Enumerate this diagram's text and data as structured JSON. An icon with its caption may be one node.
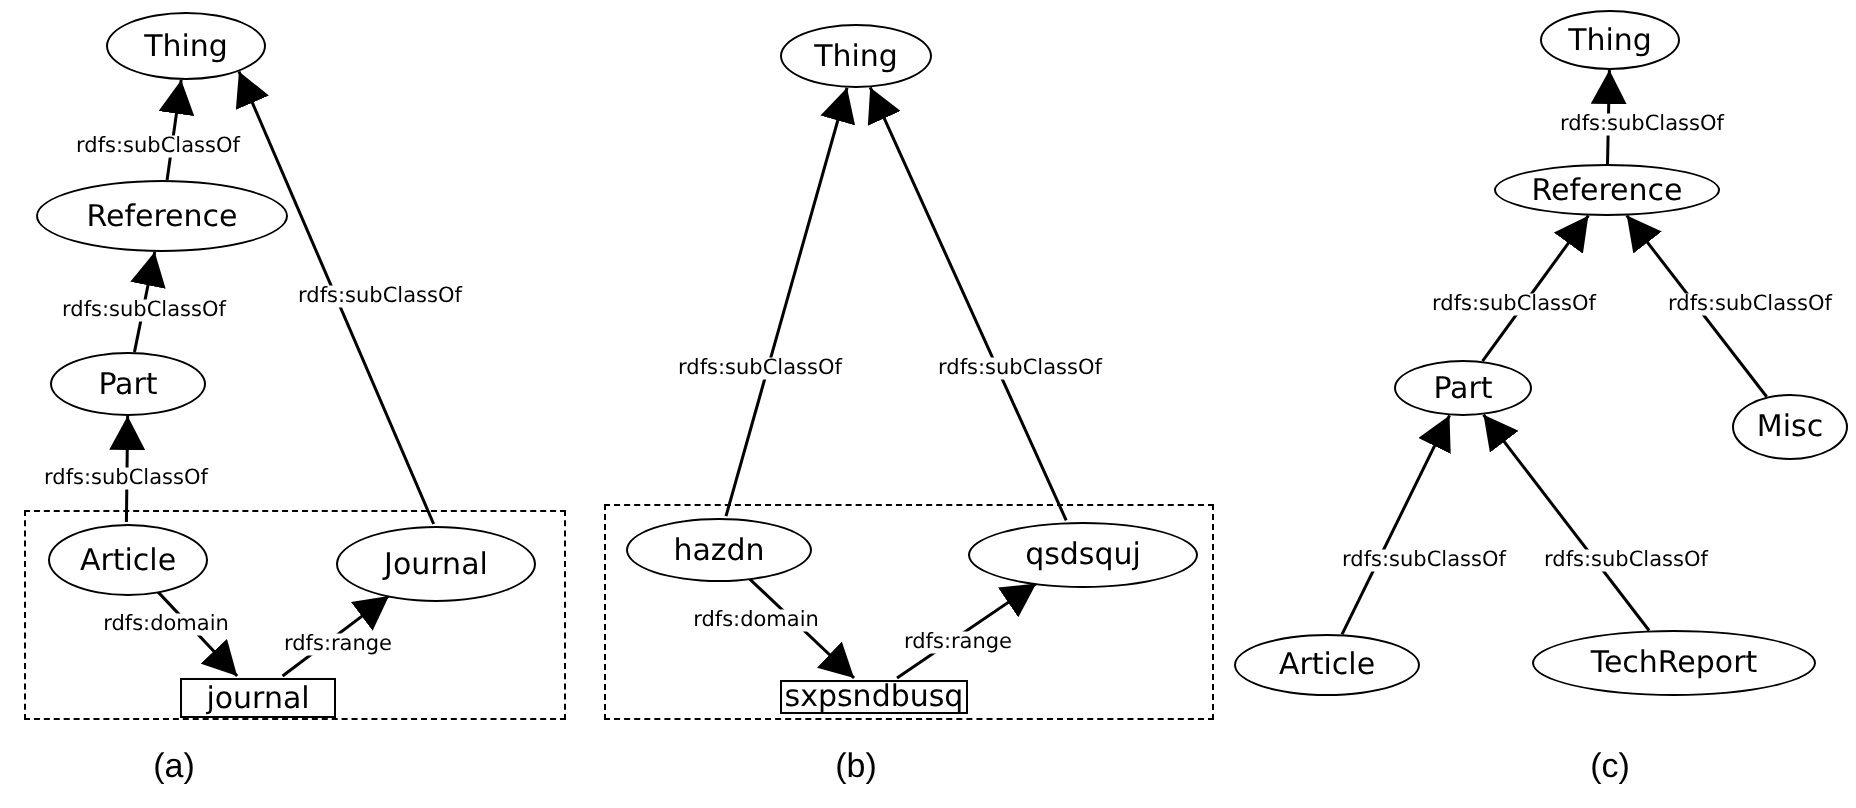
{
  "diagram": {
    "nodes": [
      {
        "text": [
          "Thing"
        ]
      },
      {
        "text": [
          "Reference"
        ]
      },
      {
        "text": [
          "Part"
        ]
      },
      {
        "text": [],
        "shape": "box"
      },
      {
        "text": [
          "Article"
        ],
        "in": 3
      },
      {
        "text": [
          "Journal"
        ],
        "in": 3
      },
      {
        "text": [
          "journal"
        ],
        "in": 3
      },
      {
        "text": [
          "Thing"
        ]
      },
      {
        "text": [],
        "shape": "box"
      },
      {
        "text": [
          "hazdn"
        ],
        "in": 8
      },
      {
        "text": [
          "qsdsquj"
        ],
        "in": 8
      },
      {
        "text": [
          "sxpsndbusq"
        ],
        "in": 8
      },
      {
        "text": [
          "Thing"
        ]
      },
      {
        "text": [
          "Reference"
        ]
      },
      {
        "text": [
          "Part"
        ]
      },
      {
        "text": [
          "Misc"
        ]
      },
      {
        "text": [
          "Article"
        ]
      },
      {
        "text": [
          "TechReport"
        ]
      }
    ],
    "edges": [
      {
        "from": 1,
        "to": 0,
        "arrow": "to",
        "label": "rdfs:subClassOf"
      },
      {
        "from": 5,
        "to": 0,
        "arrow": "to",
        "label": "rdfs:subClassOf"
      },
      {
        "from": 2,
        "to": 1,
        "arrow": "to",
        "label": "rdfs:subClassOf"
      },
      {
        "from": 4,
        "to": 2,
        "arrow": "to",
        "label": "rdfs:subClassOf"
      },
      {
        "from": 4,
        "to": 6,
        "arrow": "to",
        "label": "rdfs:domain"
      },
      {
        "from": 6,
        "to": 5,
        "arrow": "to",
        "label": "rdfs:range"
      },
      {
        "from": 9,
        "to": 7,
        "arrow": "to",
        "label": "rdfs:subClassOf"
      },
      {
        "from": 10,
        "to": 7,
        "arrow": "to",
        "label": "rdfs:subClassOf"
      },
      {
        "from": 9,
        "to": 11,
        "arrow": "to",
        "label": "rdfs:domain"
      },
      {
        "from": 11,
        "to": 10,
        "arrow": "to",
        "label": "rdfs:range"
      },
      {
        "from": 13,
        "to": 12,
        "arrow": "to",
        "label": "rdfs:subClassOf"
      },
      {
        "from": 14,
        "to": 13,
        "arrow": "to",
        "label": "rdfs:subClassOf"
      },
      {
        "from": 15,
        "to": 13,
        "arrow": "to",
        "label": "rdfs:subClassOf"
      },
      {
        "from": 16,
        "to": 14,
        "arrow": "to",
        "label": "rdfs:subClassOf"
      },
      {
        "from": 17,
        "to": 14,
        "arrow": "to",
        "label": "rdfs:subClassOf"
      }
    ],
    "labels": [
      "(a)",
      "(b)",
      "(c)"
    ]
  }
}
